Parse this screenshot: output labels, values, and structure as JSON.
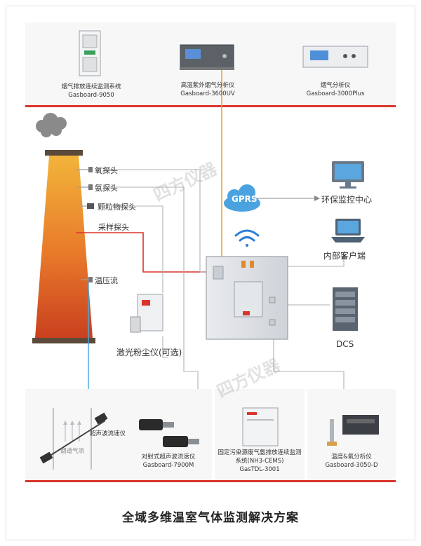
{
  "top_devices": [
    {
      "name": "烟气排放连续监测系统",
      "model": "Gasboard-9050"
    },
    {
      "name": "高温紫外烟气分析仪",
      "model": "Gasboard-3600UV"
    },
    {
      "name": "烟气分析仪",
      "model": "Gasboard-3000Plus"
    }
  ],
  "probes": {
    "oxygen": "氧探头",
    "ammonia": "氨探头",
    "particulate": "颗粒物探头",
    "sampling": "采样探头",
    "temp_pressure_flow": "温压流"
  },
  "network": {
    "gprs": "GPRS",
    "env_center": "环保监控中心",
    "internal_client": "内部客户端",
    "dcs": "DCS"
  },
  "laser_dust": "激光粉尘仪(可选)",
  "bottom": {
    "ultrasonic_label": "超声波流速仪",
    "flue_flow": "烟道气流",
    "ultrasonic_device": {
      "name": "对射式超声波流速仪",
      "model": "Gasboard-7900M"
    },
    "nh3_device": {
      "name": "固定污染源废气氨排放连续监测系统(NH3-CEMS)",
      "model": "GasTDL-3001"
    },
    "o2_device": {
      "name": "温度&氧分析仪",
      "model": "Gasboard-3050-D"
    }
  },
  "watermark": "四方仪器",
  "footer_title": "全域多维温室气体监测解决方案",
  "colors": {
    "accent_red": "#d9352c",
    "orange_line": "#f0a040",
    "blue_line": "#4aa8e0"
  }
}
